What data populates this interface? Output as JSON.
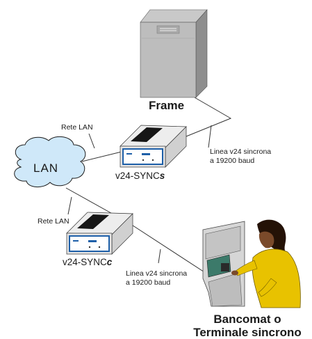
{
  "nodes": {
    "frame": {
      "label": "Frame"
    },
    "lan": {
      "label": "LAN"
    },
    "sync_s": {
      "prefix": "v24-SYNC",
      "suffix": "s"
    },
    "sync_c": {
      "prefix": "v24-SYNC",
      "suffix": "c"
    },
    "atm": {
      "line1": "Bancomat o",
      "line2": "Terminale sincrono"
    }
  },
  "links": {
    "lan_top": "Rete LAN",
    "lan_bottom": "Rete LAN",
    "serial_top": {
      "line1": "Linea v24 sincrona",
      "line2": "a 19200 baud"
    },
    "serial_bottom": {
      "line1": "Linea v24 sincrona",
      "line2": "a 19200 baud"
    }
  }
}
